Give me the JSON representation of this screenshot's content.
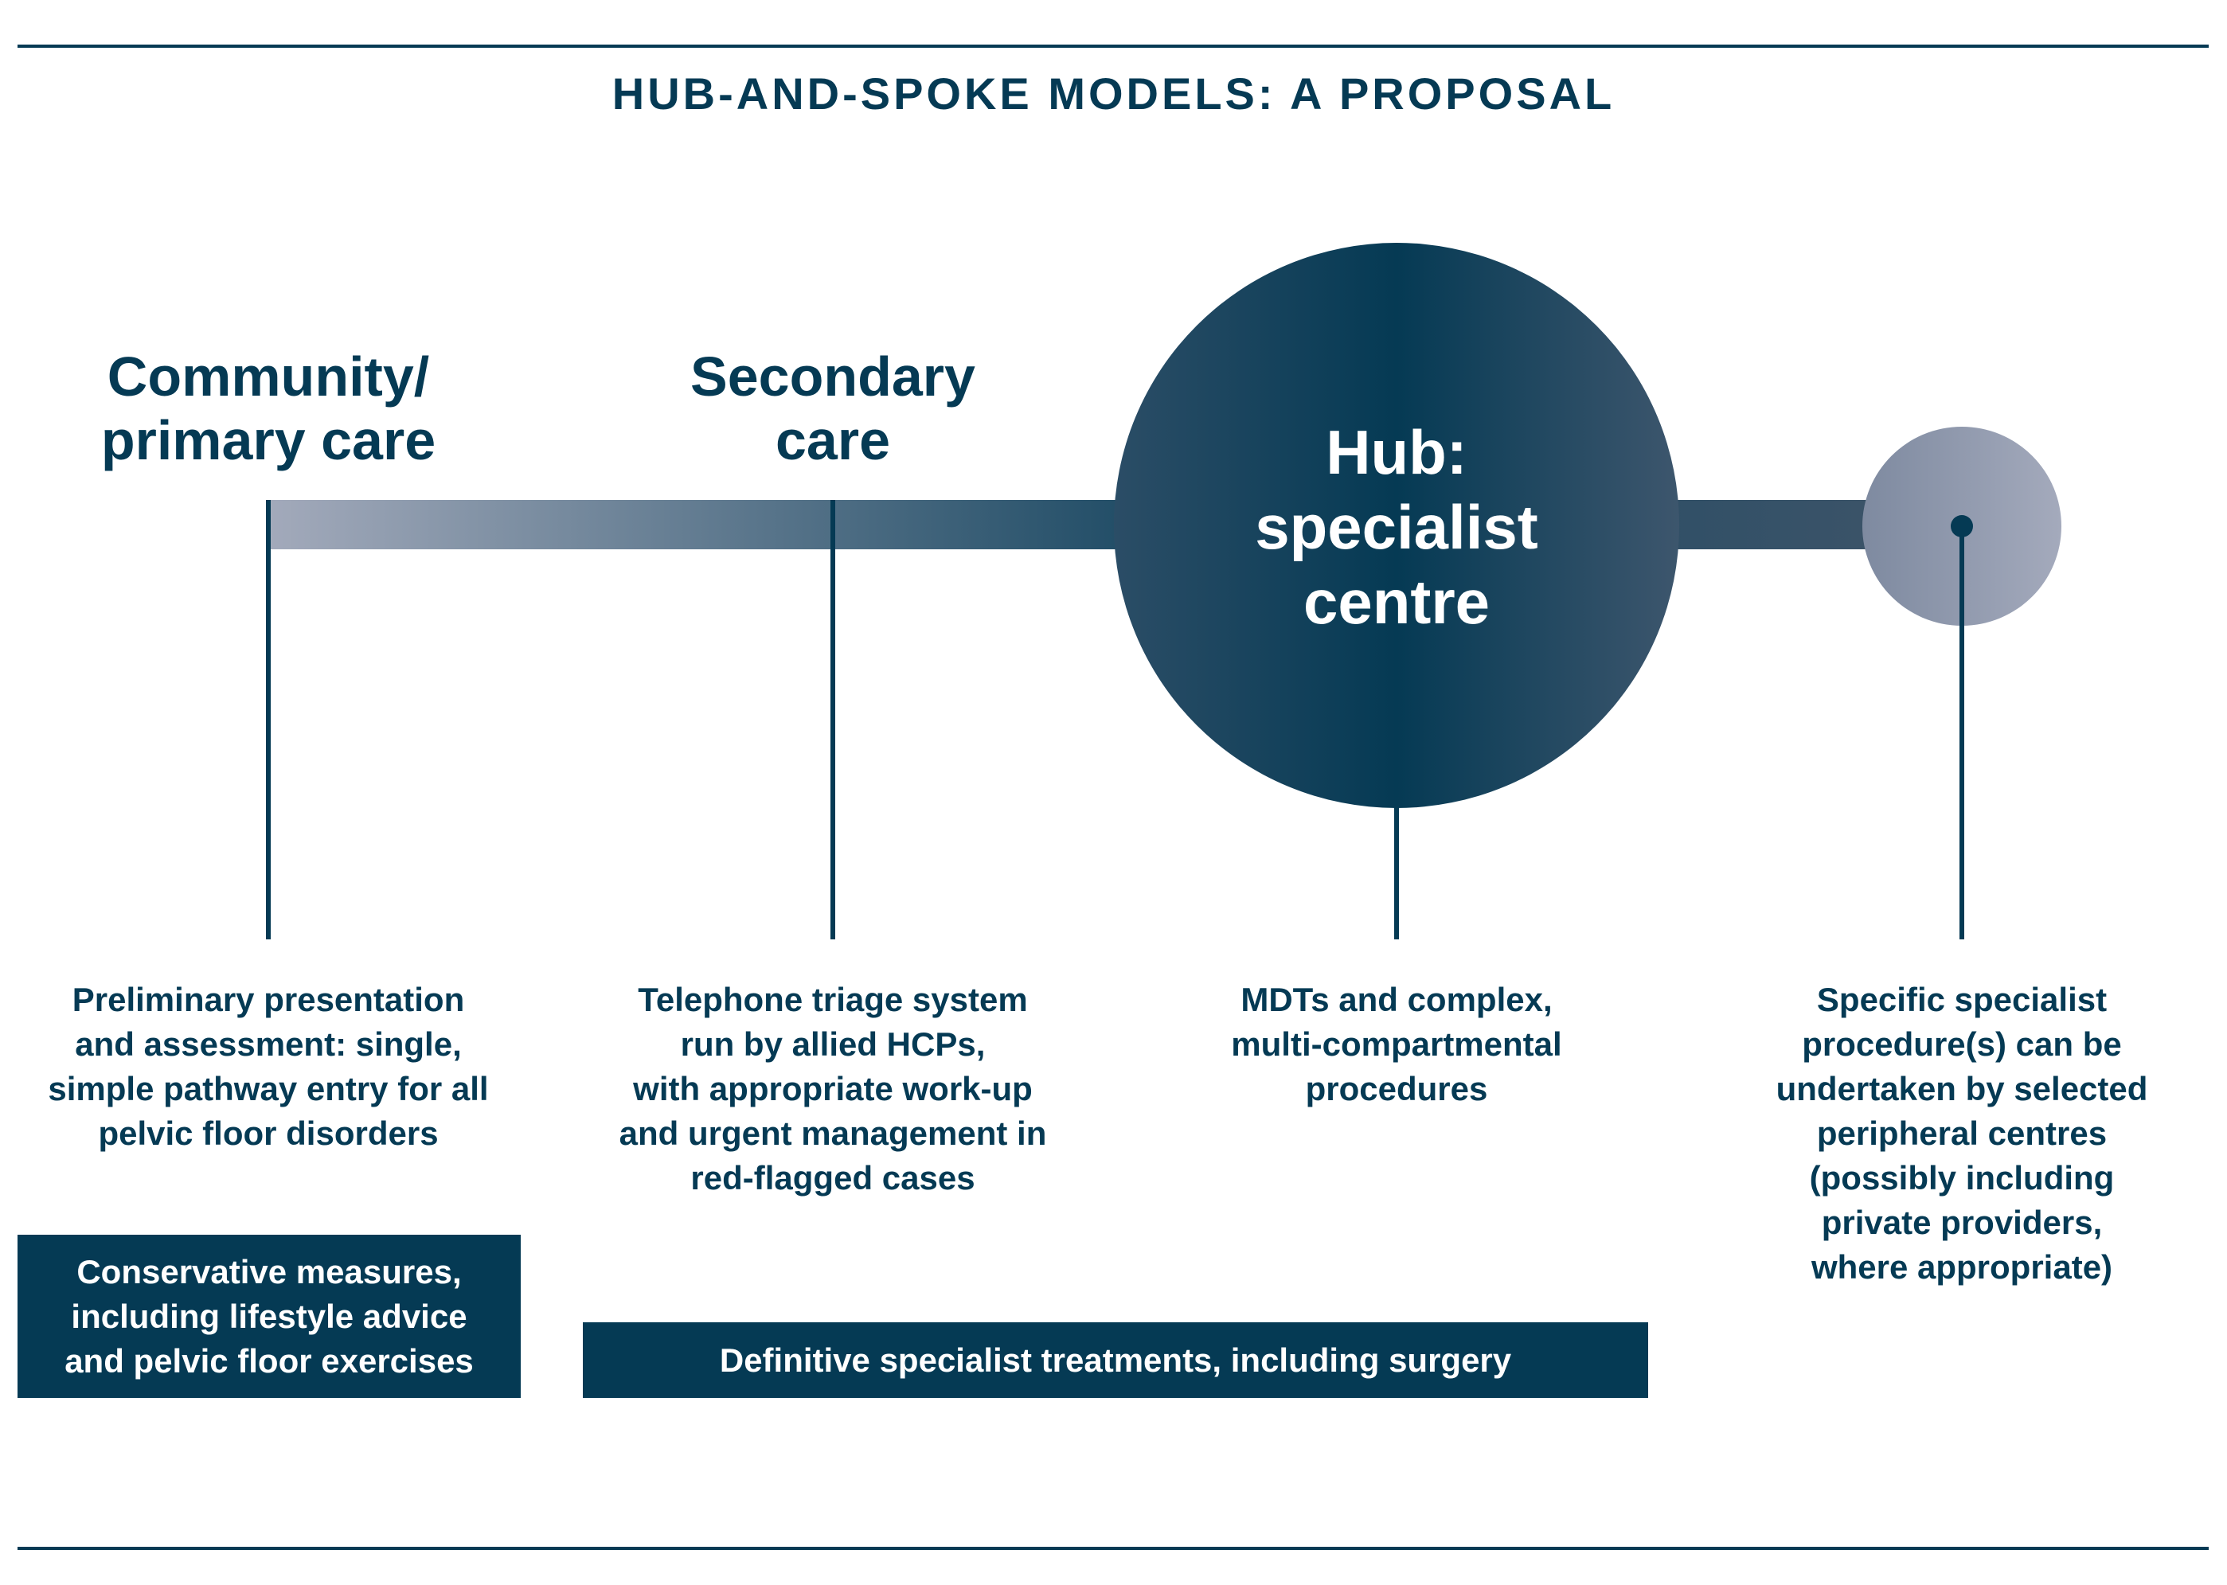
{
  "title": "HUB-AND-SPOKE MODELS: A PROPOSAL",
  "colors": {
    "primary": "#053a54",
    "light_end": "#a3aabb",
    "background": "#ffffff"
  },
  "stages": [
    {
      "heading": "Community/\nprimary care",
      "description": "Preliminary presentation\nand assessment: single,\nsimple pathway entry for all\npelvic floor disorders"
    },
    {
      "heading": "Secondary\ncare",
      "description": "Telephone triage system\nrun by allied HCPs,\nwith appropriate work-up\nand urgent management in\nred-flagged cases"
    },
    {
      "heading": "Hub:\nspecialist\ncentre",
      "description": "MDTs and complex,\nmulti-compartmental\nprocedures"
    },
    {
      "heading": "",
      "description": "Specific specialist\nprocedure(s) can be\nundertaken by selected\nperipheral centres\n(possibly including\nprivate providers,\nwhere appropriate)"
    }
  ],
  "boxes": {
    "conservative": "Conservative measures,\nincluding lifestyle advice\nand pelvic floor exercises",
    "definitive": "Definitive specialist treatments, including surgery"
  }
}
